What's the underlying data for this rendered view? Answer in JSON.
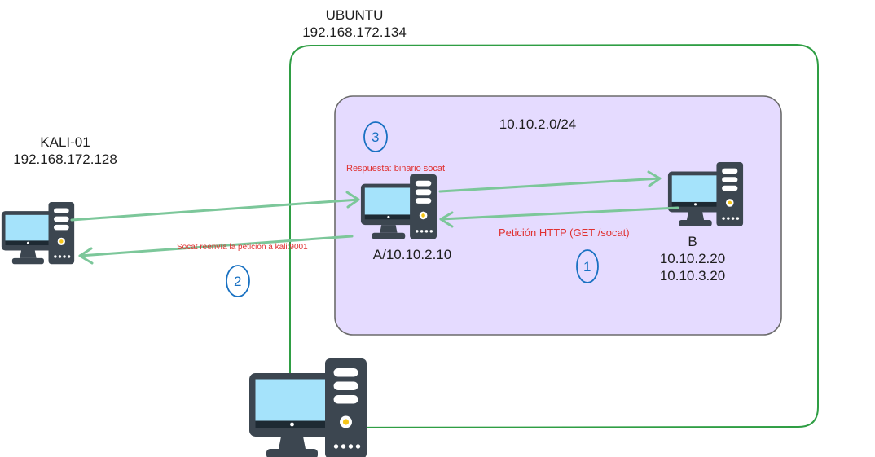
{
  "ubuntu": {
    "name": "UBUNTU",
    "ip": "192.168.172.134"
  },
  "kali": {
    "name": "KALI-01",
    "ip": "192.168.172.128"
  },
  "network": {
    "cidr": "10.10.2.0/24"
  },
  "host_a": {
    "label": "A/10.10.2.10"
  },
  "host_b": {
    "name": "B",
    "ip1": "10.10.2.20",
    "ip2": "10.10.3.20"
  },
  "annotations": {
    "response": "Respuesta: binario socat",
    "request": "Petición HTTP (GET /socat)",
    "forward": "Socat reenvía la petición a kali:9001"
  },
  "steps": {
    "one": "1",
    "two": "2",
    "three": "3"
  },
  "colors": {
    "green_border": "#2f9e44",
    "subnet_fill": "#e5dbff",
    "arrow": "#7cc79a",
    "annotation_red": "#e03131",
    "step_blue": "#1971c2",
    "monitor_screen": "#a5e3fb",
    "device_dark": "#3c4650"
  }
}
